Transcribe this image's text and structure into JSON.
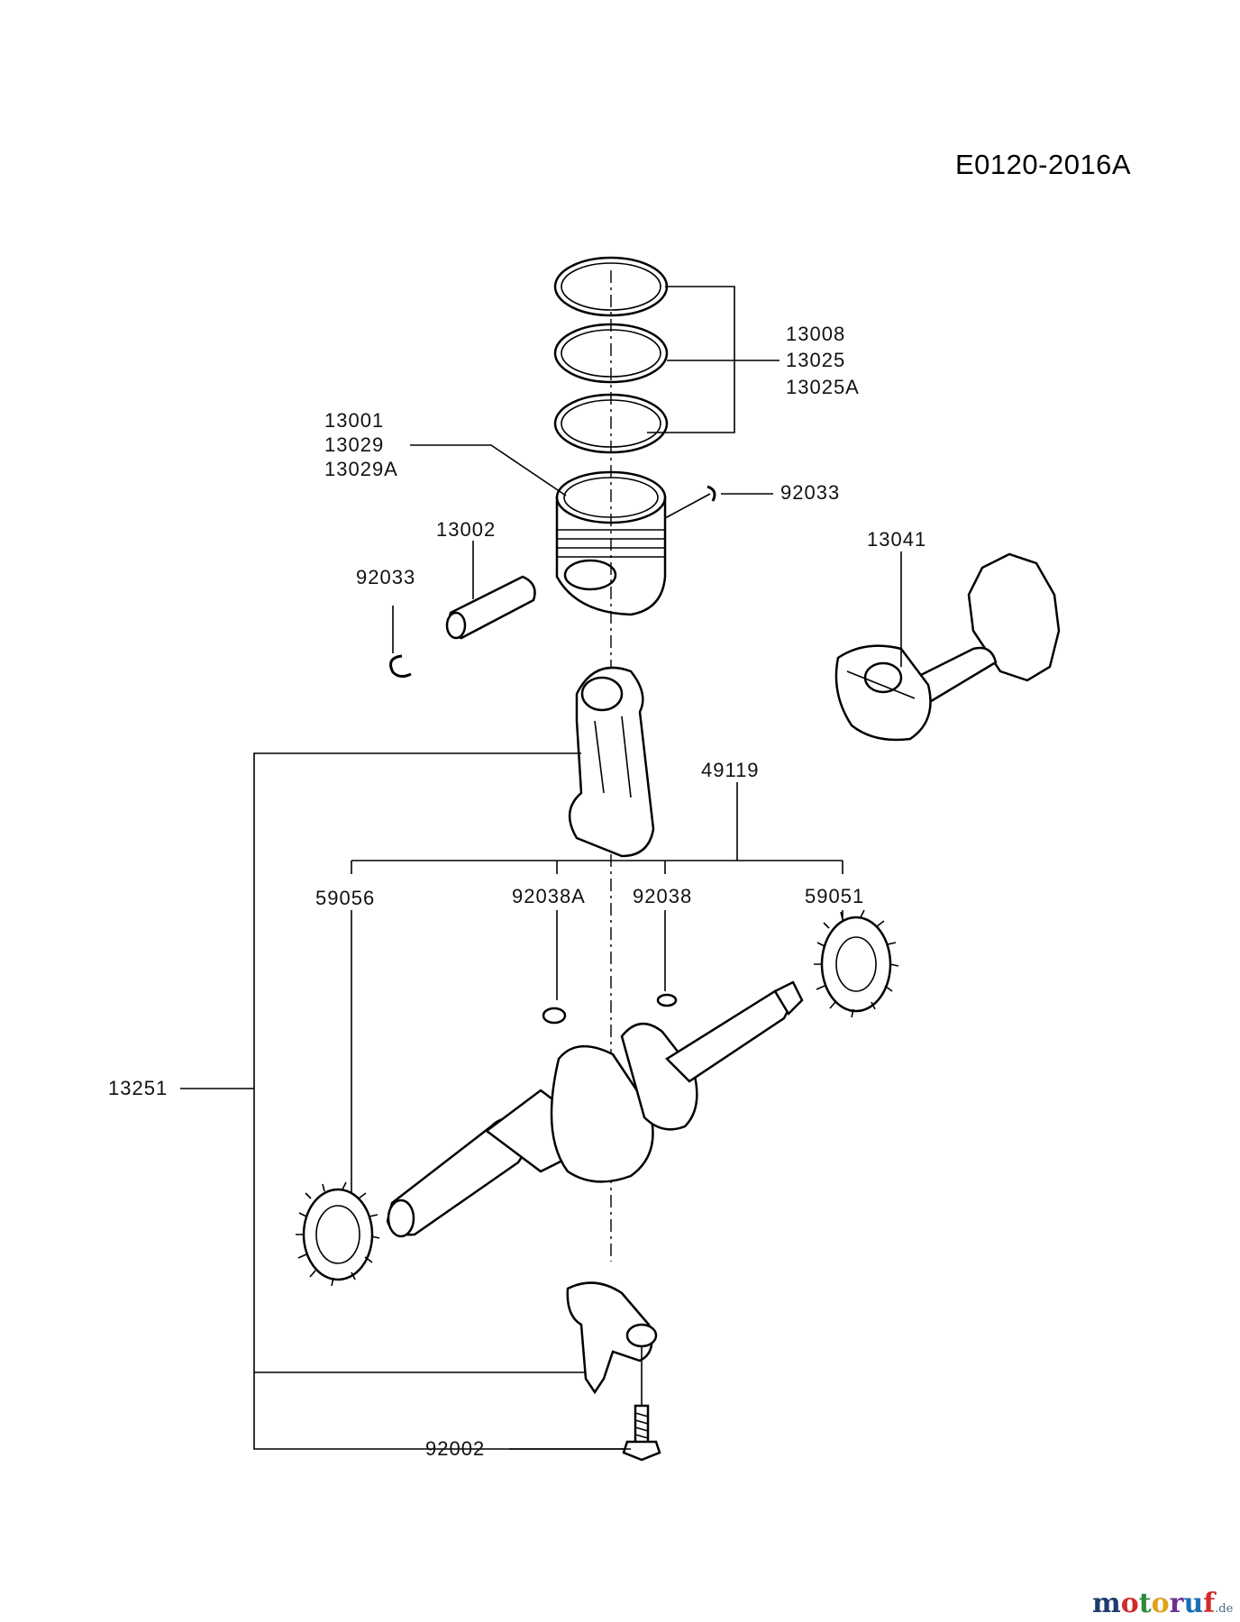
{
  "diagram_id": "E0120-2016A",
  "watermark": {
    "brand": "motoruf",
    "suffix": ".de",
    "colors": [
      "#1f3c6e",
      "#d22b2b",
      "#2d8a3a",
      "#e0a21a",
      "#6a2f8f",
      "#1c6fb5",
      "#d22b2b"
    ]
  },
  "labels": {
    "rings_1": "13008",
    "rings_2": "13025",
    "rings_3": "13025A",
    "piston_1": "13001",
    "piston_2": "13029",
    "piston_3": "13029A",
    "circlip_right": "92033",
    "pin": "13002",
    "circlip_left": "92033",
    "camshaft": "13041",
    "crank_assy": "49119",
    "gear_left": "59056",
    "key_a": "92038A",
    "key": "92038",
    "gear_right": "59051",
    "conrod_assy": "13251",
    "bolt": "92002"
  }
}
